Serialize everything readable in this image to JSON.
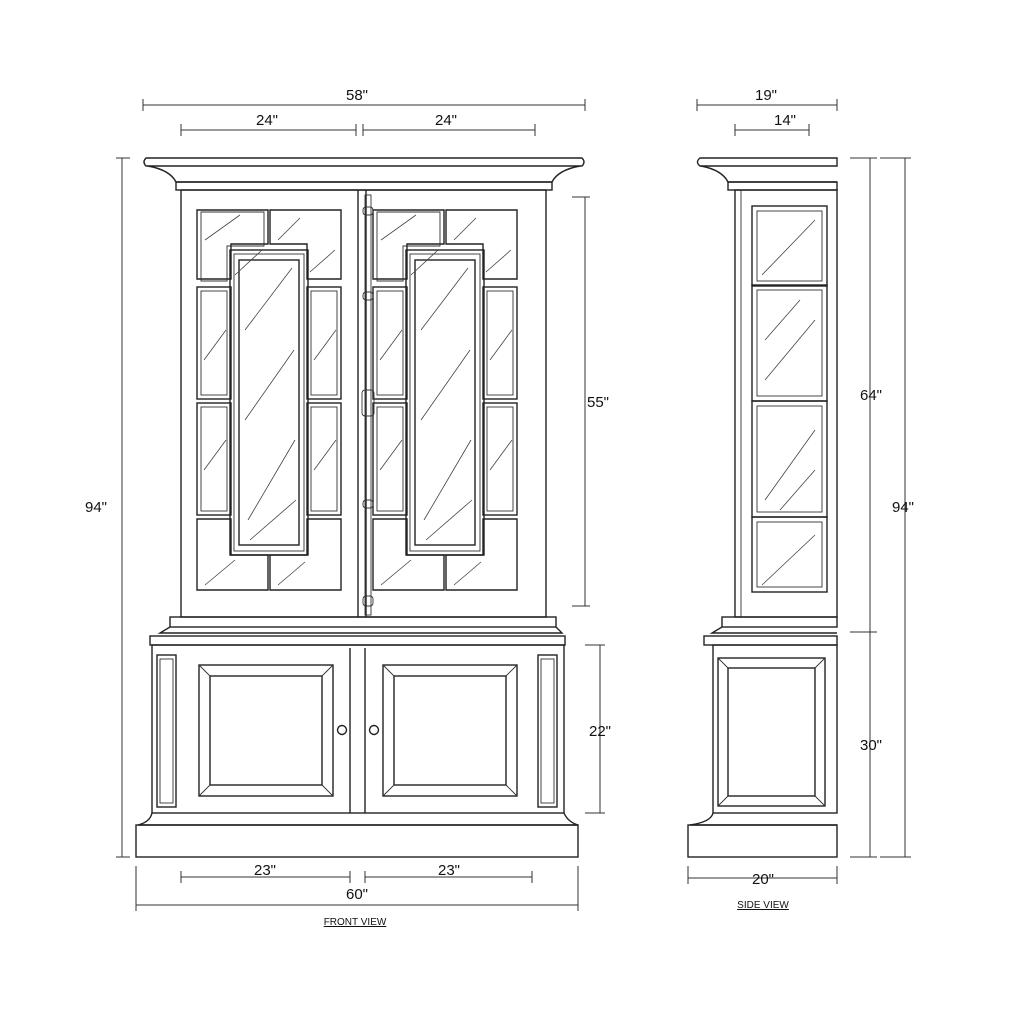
{
  "front_view": {
    "caption": "FRONT VIEW",
    "dimensions": {
      "top_width": "58\"",
      "upper_door_left": "24\"",
      "upper_door_right": "24\"",
      "total_height": "94\"",
      "upper_glass_height": "55\"",
      "lower_door_height": "22\"",
      "lower_door_left": "23\"",
      "lower_door_right": "23\"",
      "base_width": "60\""
    }
  },
  "side_view": {
    "caption": "SIDE VIEW",
    "dimensions": {
      "top_depth": "19\"",
      "upper_depth": "14\"",
      "upper_height": "64\"",
      "lower_height": "30\"",
      "total_height": "94\"",
      "base_depth": "20\""
    }
  },
  "colors": {
    "line": "#222222",
    "background": "#ffffff"
  }
}
